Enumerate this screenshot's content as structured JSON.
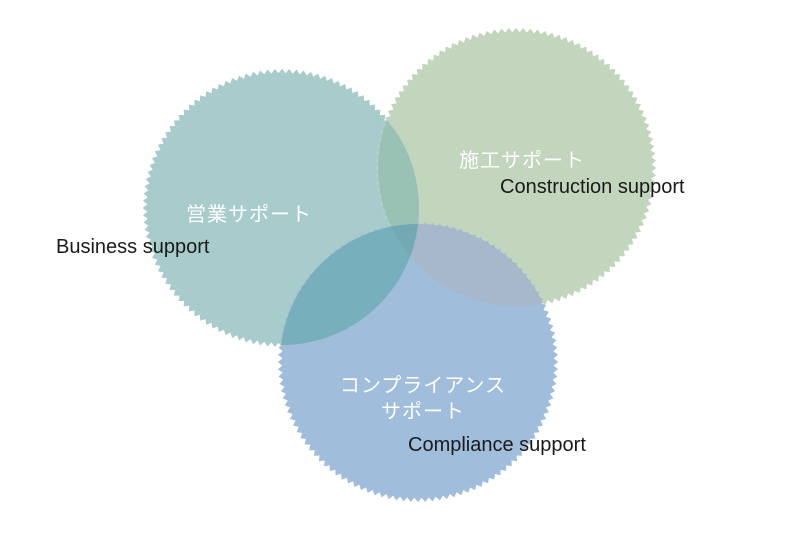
{
  "circles": {
    "business": {
      "label_jp": "営業サポート",
      "label_en": "Business support",
      "color": "#a8cbcb"
    },
    "construction": {
      "label_jp": "施工サポート",
      "label_en": "Construction support",
      "color": "#c2d5bd"
    },
    "compliance": {
      "label_jp_line1": "コンプライアンス",
      "label_jp_line2": "サポート",
      "label_en": "Compliance support",
      "color": "#a0bedb"
    }
  },
  "overlap_colors": {
    "business_construction": "#99c2b4",
    "business_compliance": "#78afbd",
    "construction_compliance": "#a6b8c9",
    "all": "#73a9b3"
  }
}
